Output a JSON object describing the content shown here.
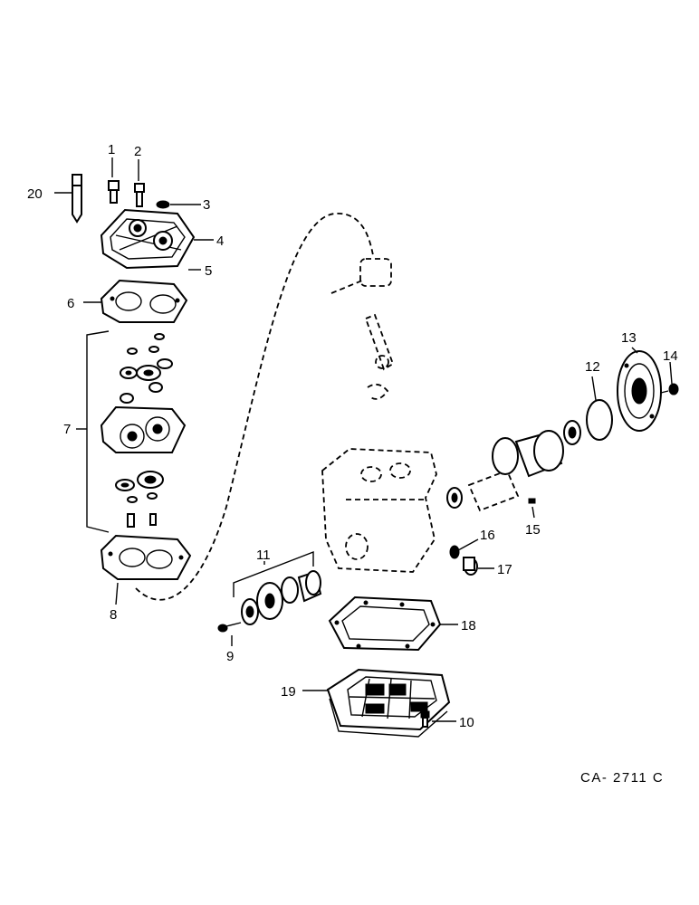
{
  "diagram": {
    "drawing_code": "CA- 2711 C",
    "callouts": [
      "1",
      "2",
      "3",
      "4",
      "5",
      "6",
      "7",
      "8",
      "9",
      "10",
      "11",
      "12",
      "13",
      "14",
      "15",
      "16",
      "17",
      "18",
      "19",
      "20"
    ]
  }
}
